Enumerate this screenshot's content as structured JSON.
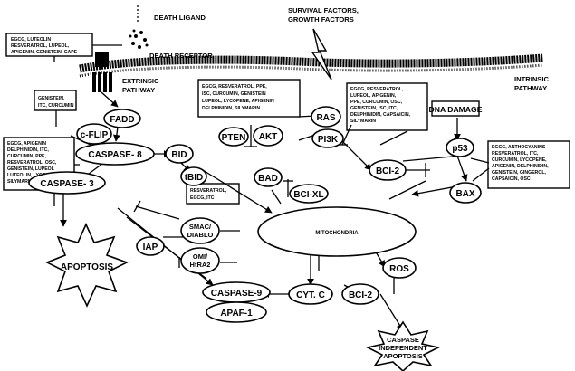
{
  "labels": {
    "death_ligand": "DEATH LIGAND",
    "death_receptor": "DEATH RECEPTOR",
    "survival_factors": [
      "SURVIVAL FACTORS,",
      "GROWTH FACTORS"
    ],
    "extrinsic": [
      "EXTRINSIC",
      "PATHWAY"
    ],
    "intrinsic": [
      "INTRINSIC",
      "PATHWAY"
    ]
  },
  "nodes": {
    "fadd": "FADD",
    "cflip": "c-FLIP",
    "caspase8": "CASPASE- 8",
    "caspase3": "CASPASE- 3",
    "apoptosis": "APOPTOSIS",
    "bid": "BID",
    "tbid": "tBID",
    "pten": "PTEN",
    "akt": "AKT",
    "ras": "RAS",
    "pi3k": "PI3K",
    "bad": "BAD",
    "bclxl": "BCI-XL",
    "bcl2_upper": "BCI-2",
    "bcl2_lower": "BCI-2",
    "dna_damage": "DNA DAMAGE",
    "p53": "p53",
    "bax": "BAX",
    "mitochondria": "MITOCHONDRIA",
    "smac": [
      "SMAC/",
      "DIABLO"
    ],
    "omi": [
      "OMI/",
      "HtRA2"
    ],
    "iap": "IAP",
    "caspase9": "CASPASE-9",
    "apaf1": "APAF-1",
    "cytc": "CYT. C",
    "ros": "ROS",
    "caspase_independent": [
      "CASPASE",
      "INDEPENDENT",
      "APOPTOSIS"
    ]
  },
  "agent_boxes": {
    "ligand_box": [
      "EGCG, LUTEOLIN",
      "RESVERATROL, LUPEOL,",
      "APIGENIN, GENISTEIN, CAPE"
    ],
    "cflip_box": [
      "GENISTEIN,",
      "ITC, CURCUMIN"
    ],
    "caspase_box": [
      "EGCG, APIGENIN",
      "DELPHINIDIN, ITC,",
      "CURCUMIN, PPE,",
      "RESVERATROL, OSC,",
      "GENISTEIN, LUPEOL",
      "LUTEOLIN, LYCOPENE",
      "SILYMARIN, CAPSAICIN"
    ],
    "akt_box": [
      "EGCG, RESVERATROL, PPE,",
      "ISC, CURCUMIN, GENISTEIN",
      "LUPEOL, LYCOPENE, APIGENIN",
      "DELPHINIDIN, SILYMARIN"
    ],
    "dna_box": [
      "EGCG, RESVERATROL,",
      "LUPEOL, APIGENIN,",
      "PPE, CURCUMIN, OSC,",
      "GENISTEIN, ISC, ITC,",
      "DELPHINIDIN, CAPSAICIN,",
      "SILYMARIN"
    ],
    "bax_box": [
      "EGCG, ANTHOCYANINS",
      "RESVERATROL, ITC,",
      "CURCUMIN, LYCOPENE,",
      "APIGENIN, DELPHINIDIN,",
      "GENISTEIN, GINGEROL,",
      "CAPSAICIN, OSC"
    ],
    "resv_box": [
      "RESVERATROL,",
      "EGCG, ITC"
    ]
  }
}
